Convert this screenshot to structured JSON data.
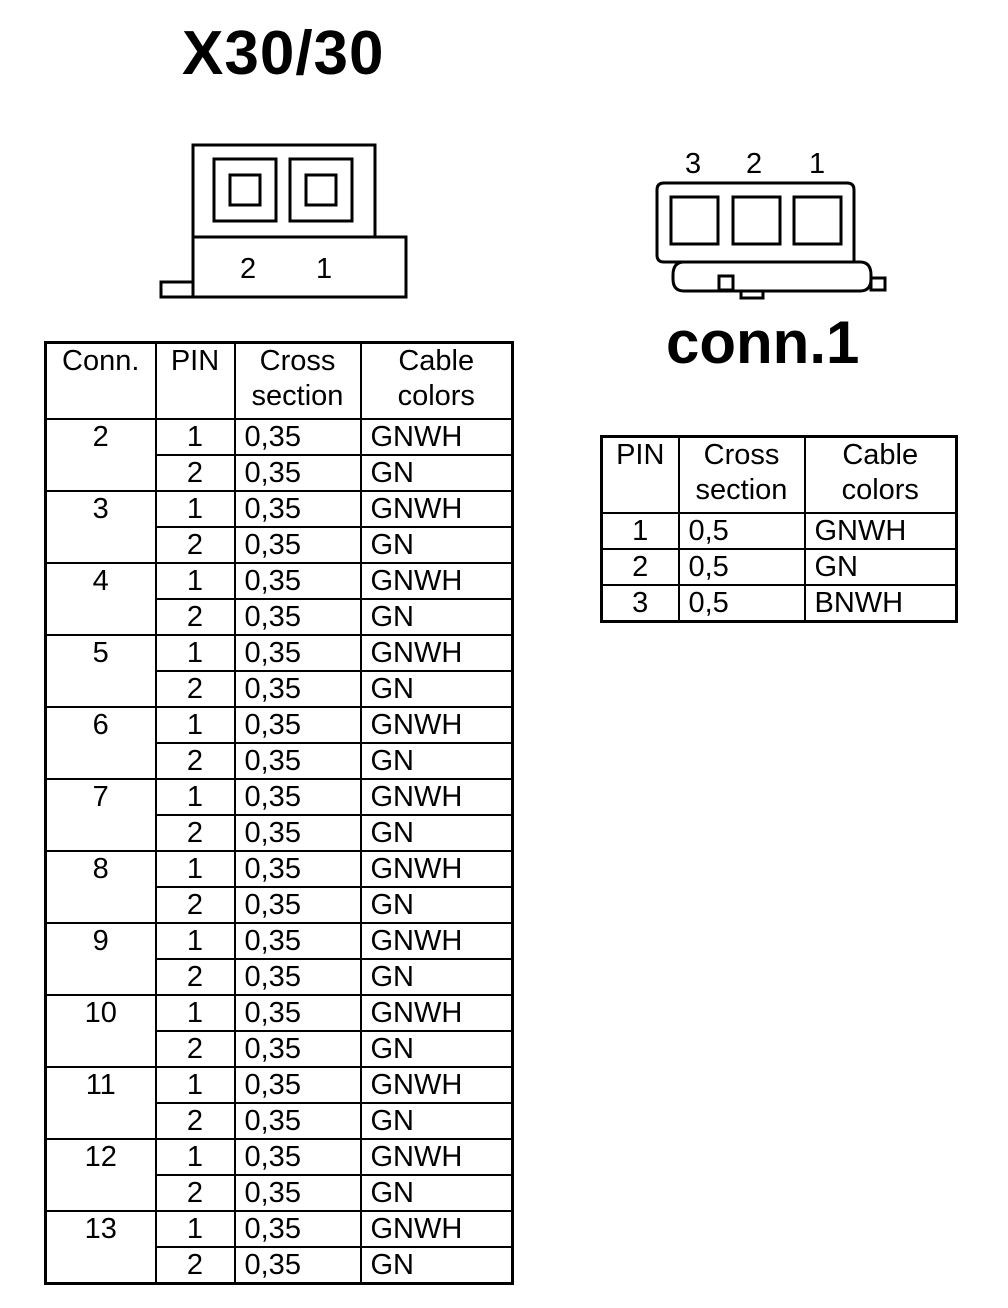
{
  "x30_title": "X30/30",
  "conn1_title": "conn.1",
  "x30_connector": {
    "pin_labels": [
      "2",
      "1"
    ]
  },
  "conn1_connector": {
    "pin_labels": [
      "3",
      "2",
      "1"
    ]
  },
  "x30_table": {
    "headers": [
      "Conn.",
      "PIN",
      "Cross section",
      "Cable colors"
    ],
    "rows": [
      {
        "conn": "2",
        "pins": [
          {
            "pin": "1",
            "cs": "0,35",
            "color": "GNWH"
          },
          {
            "pin": "2",
            "cs": "0,35",
            "color": "GN"
          }
        ]
      },
      {
        "conn": "3",
        "pins": [
          {
            "pin": "1",
            "cs": "0,35",
            "color": "GNWH"
          },
          {
            "pin": "2",
            "cs": "0,35",
            "color": "GN"
          }
        ]
      },
      {
        "conn": "4",
        "pins": [
          {
            "pin": "1",
            "cs": "0,35",
            "color": "GNWH"
          },
          {
            "pin": "2",
            "cs": "0,35",
            "color": "GN"
          }
        ]
      },
      {
        "conn": "5",
        "pins": [
          {
            "pin": "1",
            "cs": "0,35",
            "color": "GNWH"
          },
          {
            "pin": "2",
            "cs": "0,35",
            "color": "GN"
          }
        ]
      },
      {
        "conn": "6",
        "pins": [
          {
            "pin": "1",
            "cs": "0,35",
            "color": "GNWH"
          },
          {
            "pin": "2",
            "cs": "0,35",
            "color": "GN"
          }
        ]
      },
      {
        "conn": "7",
        "pins": [
          {
            "pin": "1",
            "cs": "0,35",
            "color": "GNWH"
          },
          {
            "pin": "2",
            "cs": "0,35",
            "color": "GN"
          }
        ]
      },
      {
        "conn": "8",
        "pins": [
          {
            "pin": "1",
            "cs": "0,35",
            "color": "GNWH"
          },
          {
            "pin": "2",
            "cs": "0,35",
            "color": "GN"
          }
        ]
      },
      {
        "conn": "9",
        "pins": [
          {
            "pin": "1",
            "cs": "0,35",
            "color": "GNWH"
          },
          {
            "pin": "2",
            "cs": "0,35",
            "color": "GN"
          }
        ]
      },
      {
        "conn": "10",
        "pins": [
          {
            "pin": "1",
            "cs": "0,35",
            "color": "GNWH"
          },
          {
            "pin": "2",
            "cs": "0,35",
            "color": "GN"
          }
        ]
      },
      {
        "conn": "11",
        "pins": [
          {
            "pin": "1",
            "cs": "0,35",
            "color": "GNWH"
          },
          {
            "pin": "2",
            "cs": "0,35",
            "color": "GN"
          }
        ]
      },
      {
        "conn": "12",
        "pins": [
          {
            "pin": "1",
            "cs": "0,35",
            "color": "GNWH"
          },
          {
            "pin": "2",
            "cs": "0,35",
            "color": "GN"
          }
        ]
      },
      {
        "conn": "13",
        "pins": [
          {
            "pin": "1",
            "cs": "0,35",
            "color": "GNWH"
          },
          {
            "pin": "2",
            "cs": "0,35",
            "color": "GN"
          }
        ]
      }
    ]
  },
  "conn1_table": {
    "headers": [
      "PIN",
      "Cross section",
      "Cable colors"
    ],
    "rows": [
      {
        "pin": "1",
        "cs": "0,5",
        "color": "GNWH"
      },
      {
        "pin": "2",
        "cs": "0,5",
        "color": "GN"
      },
      {
        "pin": "3",
        "cs": "0,5",
        "color": "BNWH"
      }
    ]
  }
}
